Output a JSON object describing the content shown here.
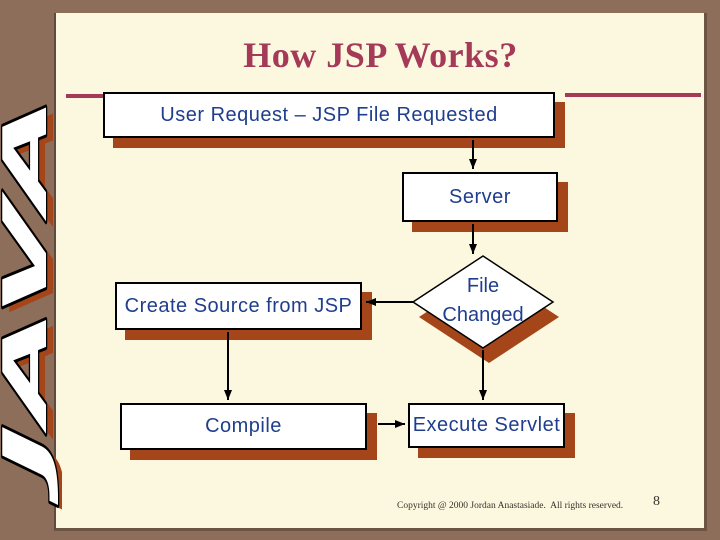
{
  "slide": {
    "title": "How JSP Works?",
    "footer": "Copyright @ 2000 Jordan Anastasiade.  All rights reserved.",
    "page_number": "8",
    "logo_text": "JAVA"
  },
  "flowchart": {
    "nodes": [
      {
        "id": "user-request",
        "shape": "rect",
        "label": "User Request – JSP File Requested"
      },
      {
        "id": "server",
        "shape": "rect",
        "label": "Server"
      },
      {
        "id": "create-source",
        "shape": "rect",
        "label": "Create Source from JSP"
      },
      {
        "id": "file-changed",
        "shape": "diamond",
        "label": "File Changed",
        "label_lines": [
          "File",
          "Changed"
        ]
      },
      {
        "id": "compile",
        "shape": "rect",
        "label": "Compile"
      },
      {
        "id": "execute-servlet",
        "shape": "rect",
        "label": "Execute Servlet"
      }
    ],
    "edges": [
      {
        "from": "user-request",
        "to": "server"
      },
      {
        "from": "server",
        "to": "file-changed"
      },
      {
        "from": "file-changed",
        "to": "create-source"
      },
      {
        "from": "create-source",
        "to": "compile"
      },
      {
        "from": "compile",
        "to": "execute-servlet"
      },
      {
        "from": "file-changed",
        "to": "execute-servlet"
      }
    ]
  },
  "colors": {
    "frame_brown": "#8D6E5A",
    "slide_cream": "#FCF8DF",
    "accent_crimson": "#A43A58",
    "shadow_rust": "#A5451A",
    "node_text_blue": "#1F3E8D",
    "connector_black": "#000000"
  }
}
